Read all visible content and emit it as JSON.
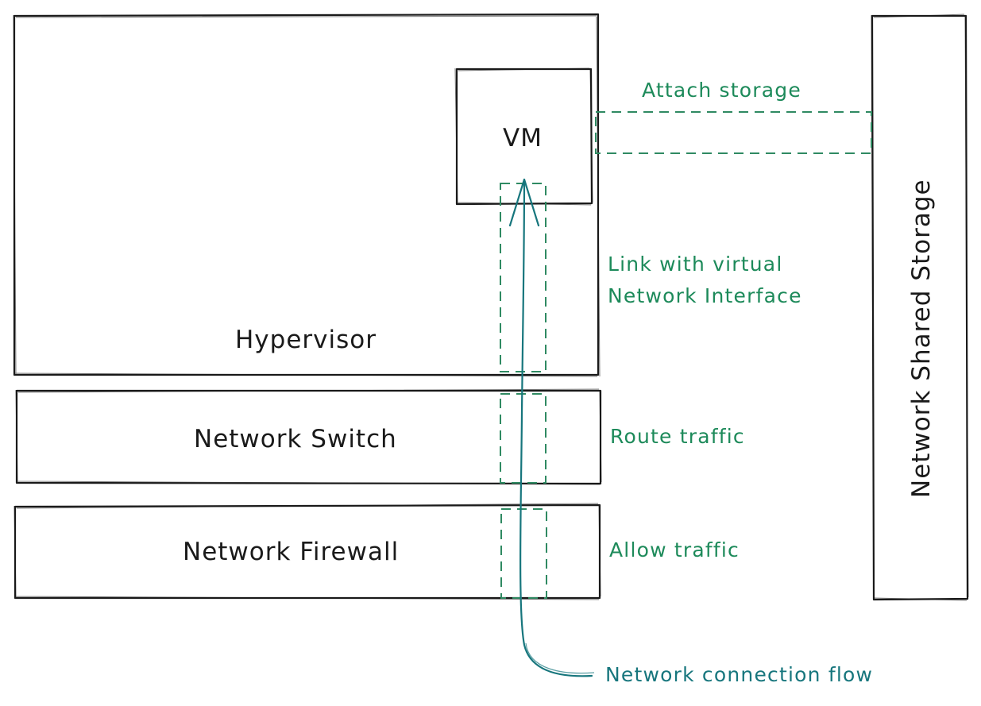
{
  "colors": {
    "ink": "#1a1a1a",
    "annotation": "#1d8a5a",
    "flow": "#17767d",
    "dashed_border": "#2f8a62"
  },
  "components": {
    "hypervisor": "Hypervisor",
    "vm": "VM",
    "network_switch": "Network Switch",
    "network_firewall": "Network Firewall",
    "network_shared_storage": "Network Shared Storage"
  },
  "annotations": {
    "attach_storage": "Attach storage",
    "link_vnic_line1": "Link with virtual",
    "link_vnic_line2": "Network Interface",
    "route_traffic": "Route traffic",
    "allow_traffic": "Allow traffic",
    "network_connection_flow": "Network connection flow"
  }
}
